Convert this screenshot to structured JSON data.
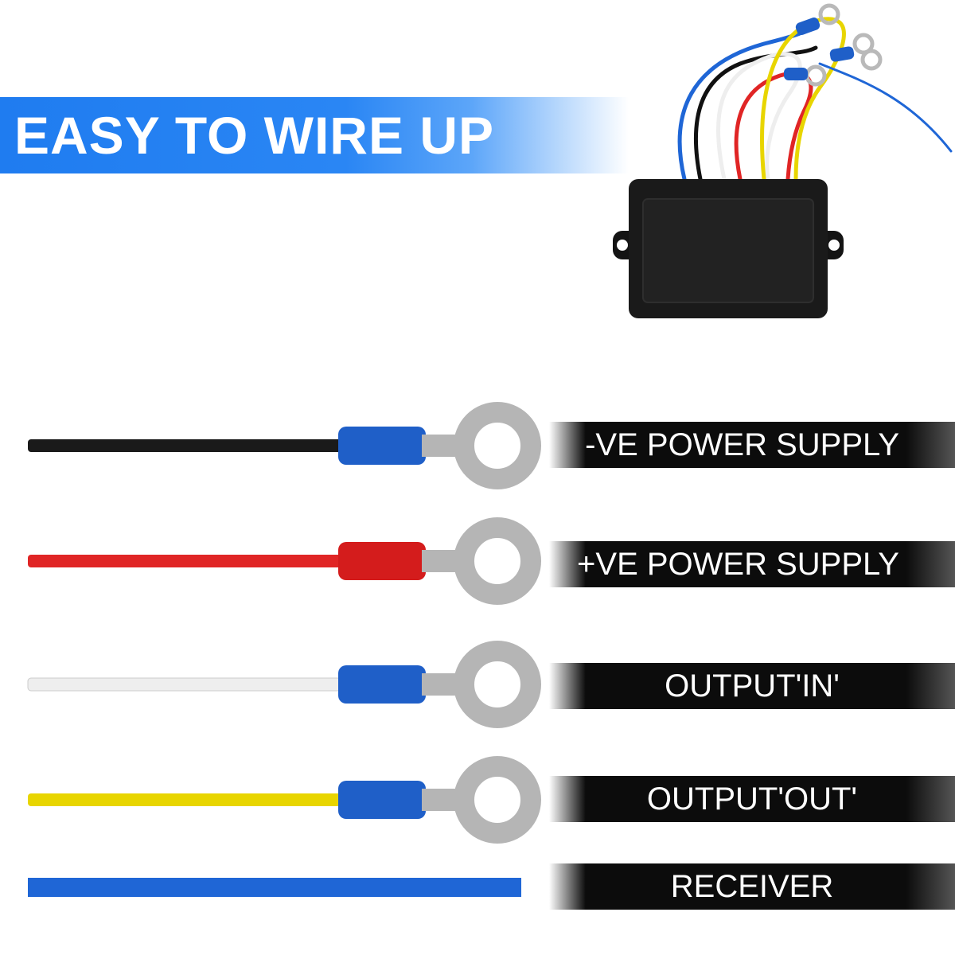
{
  "banner": {
    "title": "EASY TO WIRE UP"
  },
  "wires": [
    {
      "label": "-VE POWER SUPPLY",
      "wire_color": "#1a1a1a",
      "connector_color": "#1f5fc8"
    },
    {
      "label": "+VE POWER SUPPLY",
      "wire_color": "#e02525",
      "connector_color": "#d41c1c"
    },
    {
      "label": "OUTPUT'IN'",
      "wire_color": "#eeeeee",
      "connector_color": "#1f5fc8"
    },
    {
      "label": "OUTPUT'OUT'",
      "wire_color": "#e8d500",
      "connector_color": "#1f5fc8"
    },
    {
      "label": "RECEIVER",
      "wire_color": "#1f66d6"
    }
  ],
  "colors": {
    "banner": "#2a86f4",
    "label_bg": "#0c0c0c",
    "label_text": "#ffffff"
  }
}
